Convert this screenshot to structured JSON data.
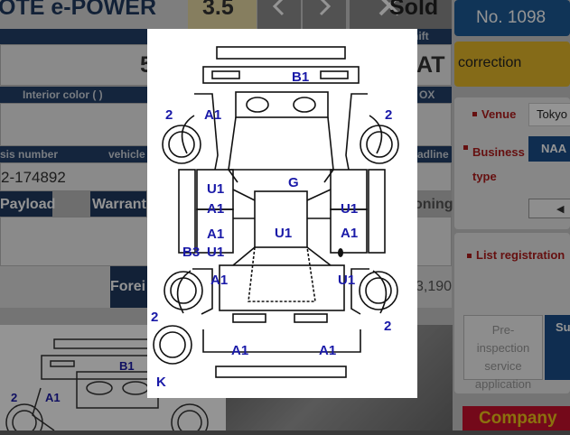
{
  "header": {
    "model_title": "OTE e-POWER",
    "score": "3.5",
    "prev_icon": "chevron-left-icon",
    "next_icon": "chevron-right-icon",
    "status_text": "Sold",
    "lot_number": "No. 1098",
    "correction_label": "correction",
    "shift_label": "hift",
    "transmission_value": "AT",
    "partial_value": "5"
  },
  "details": {
    "interior_color_label": "Interior color ( )",
    "ox_label": "OX",
    "chassis_label": "sis number",
    "vehicle_label": "vehicle",
    "deadline_label": "adline",
    "chassis_value": "2-174892",
    "payload_label": "Payload",
    "warranty_label": "Warrant",
    "conditioning_label": "oning",
    "foreign_label": "Forei",
    "price_value": "3,190"
  },
  "sidebar": {
    "venue_label": "Venue",
    "venue_value": "Tokyo",
    "business_type_label": "Business type",
    "business_type_value": "NAA",
    "list_registration_label": "List registration",
    "pre_inspection_label": "Pre-inspection service application",
    "submit_label_partial": "Su",
    "company_label": "Company"
  },
  "modal": {
    "title": "Vehicle condition diagram",
    "marks": [
      "B1",
      "2",
      "A1",
      "2",
      "U1",
      "G",
      "A1",
      "U1",
      "A1",
      "U1",
      "A1",
      "B3",
      "U1",
      "A1",
      "U1",
      "2",
      "2",
      "A1",
      "A1",
      "K"
    ],
    "mark_color": "#1a1aa8"
  },
  "background_diagram": {
    "marks": [
      "B1",
      "2",
      "A1"
    ]
  }
}
